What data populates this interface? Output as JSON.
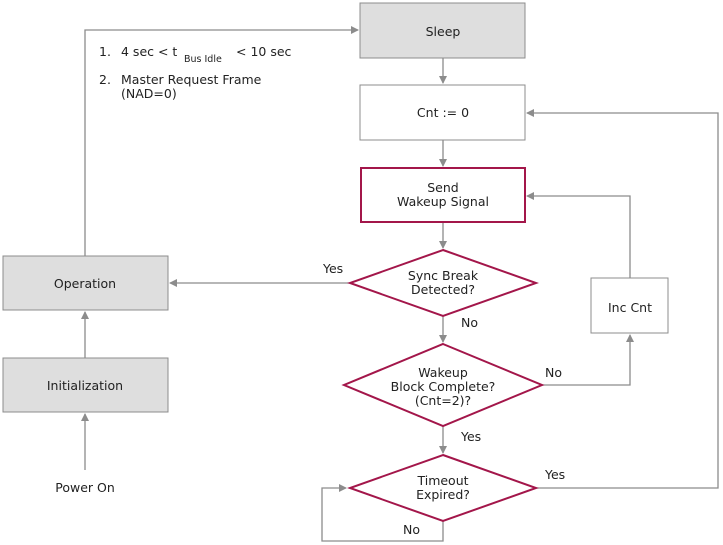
{
  "diagram": {
    "nodes": {
      "sleep": "Sleep",
      "cnt_reset": "Cnt := 0",
      "send_line1": "Send",
      "send_line2": "Wakeup Signal",
      "sync_line1": "Sync Break",
      "sync_line2": "Detected?",
      "wakeup_line1": "Wakeup",
      "wakeup_line2": "Block Complete?",
      "wakeup_line3": "(Cnt=2)?",
      "timeout_line1": "Timeout",
      "timeout_line2": "Expired?",
      "operation": "Operation",
      "initialization": "Initialization",
      "inc_cnt": "Inc Cnt",
      "power_on": "Power On"
    },
    "conditions": {
      "item1_num": "1.",
      "item1_pre": "4 sec < t",
      "item1_sub": "Bus Idle",
      "item1_post": "< 10 sec",
      "item2_num": "2.",
      "item2_line1": "Master Request Frame",
      "item2_line2": "(NAD=0)"
    },
    "edge_labels": {
      "sync_yes": "Yes",
      "sync_no": "No",
      "wakeup_no": "No",
      "wakeup_yes": "Yes",
      "timeout_yes": "Yes",
      "timeout_no": "No"
    },
    "colors": {
      "decision_border": "#a3164a",
      "gray_fill": "#dedede",
      "line": "#8c8c8c"
    }
  }
}
